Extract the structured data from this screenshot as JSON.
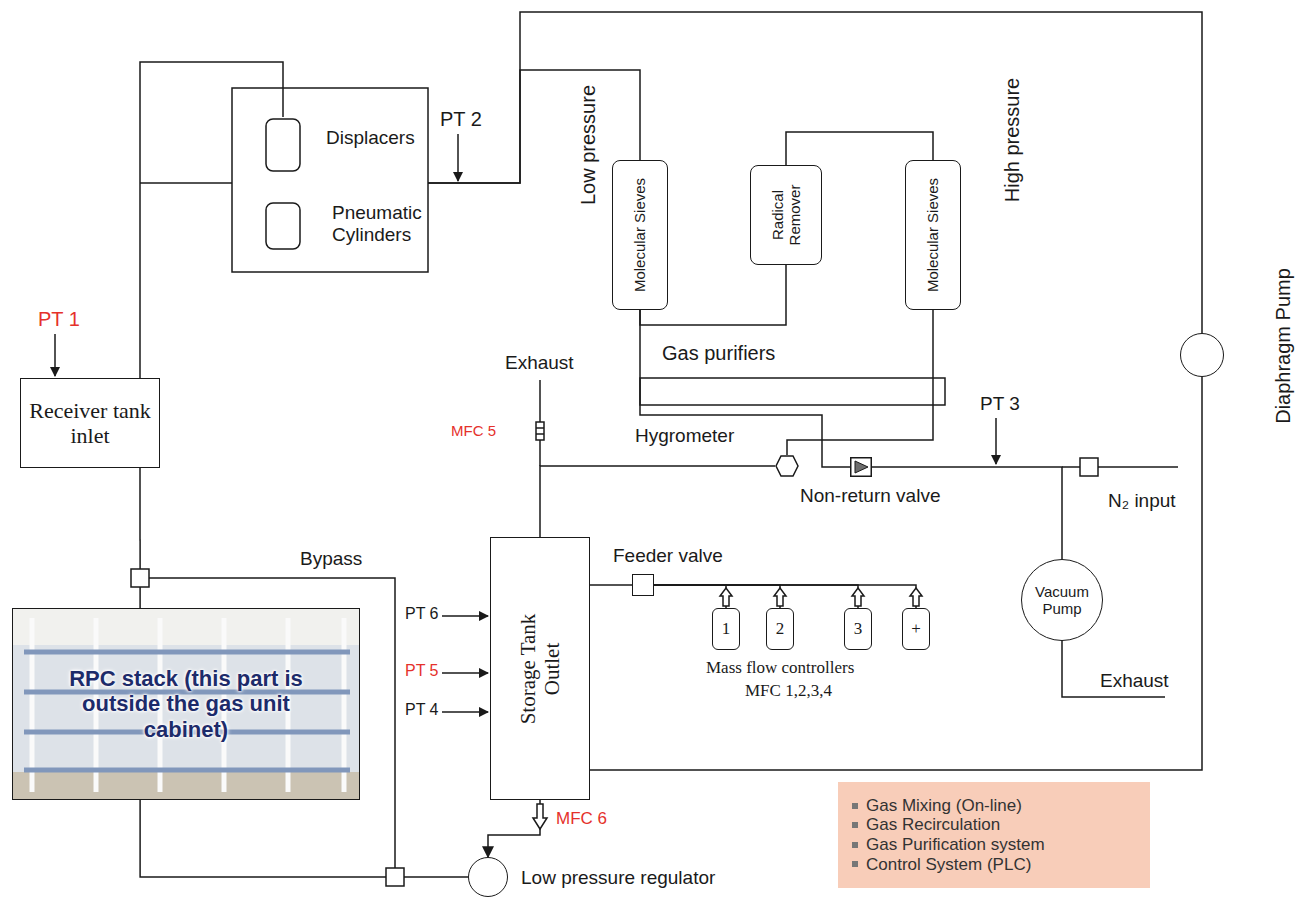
{
  "diagram": {
    "nodes": [
      {
        "text": [
          "Receiver tank inlet"
        ]
      },
      {
        "text": [
          "Displacers"
        ]
      },
      {
        "text": [
          "Pneumatic Cylinders"
        ]
      },
      {
        "text": [
          "Molecular Sieves"
        ]
      },
      {
        "text": [
          "Radical Remover"
        ]
      },
      {
        "text": [
          "Molecular Sieves"
        ]
      },
      {
        "text": [
          "Hygrometer"
        ]
      },
      {
        "text": [
          "Non-return valve"
        ]
      },
      {
        "text": [
          "Diaphragm Pump"
        ]
      },
      {
        "text": [
          "Storage Tank Outlet"
        ]
      },
      {
        "text": [
          "Feeder valve"
        ]
      },
      {
        "text": [
          "1"
        ]
      },
      {
        "text": [
          "2"
        ]
      },
      {
        "text": [
          "3"
        ]
      },
      {
        "text": [
          "+"
        ]
      },
      {
        "text": [
          "Vacuum Pump"
        ]
      },
      {
        "text": [
          "RPC stack (this part is outside the gas unit cabinet)"
        ]
      },
      {
        "text": [
          "Low pressure regulator"
        ]
      },
      {
        "text": [
          "Gas Mixing (On-line)",
          "Gas Recirculation",
          "Gas Purification system",
          "Control System (PLC)"
        ]
      }
    ],
    "edges": [
      {
        "from": 16,
        "to": 0,
        "arrow": "none"
      },
      {
        "from": 0,
        "to": 1,
        "arrow": "none"
      },
      {
        "from": 1,
        "to": 3,
        "arrow": "none"
      },
      {
        "from": 3,
        "to": 4,
        "arrow": "none"
      },
      {
        "from": 4,
        "to": 5,
        "arrow": "none"
      },
      {
        "from": 5,
        "to": 6,
        "arrow": "none"
      },
      {
        "from": 6,
        "to": 9,
        "arrow": "none"
      },
      {
        "from": 7,
        "to": 3,
        "arrow": "none"
      },
      {
        "from": 15,
        "to": 7,
        "arrow": "none"
      },
      {
        "from": 8,
        "to": 9,
        "arrow": "none"
      },
      {
        "from": 1,
        "to": 8,
        "arrow": "none"
      },
      {
        "from": 9,
        "to": 10,
        "arrow": "none"
      },
      {
        "from": 11,
        "to": 10,
        "arrow": "none"
      },
      {
        "from": 12,
        "to": 10,
        "arrow": "none"
      },
      {
        "from": 13,
        "to": 10,
        "arrow": "none"
      },
      {
        "from": 14,
        "to": 10,
        "arrow": "none"
      },
      {
        "from": 9,
        "to": 17,
        "arrow": "to"
      },
      {
        "from": 17,
        "to": 16,
        "arrow": "none"
      }
    ],
    "labels": [
      "PT 2",
      "PT 1",
      "Low pressure",
      "High pressure",
      "Gas purifiers",
      "Exhaust",
      "MFC 5",
      "PT 3",
      "N₂ input",
      "Bypass",
      "PT 6",
      "PT 5",
      "PT 4",
      "Mass flow controllers",
      "MFC 1,2,3,4",
      "Exhaust",
      "MFC 6"
    ]
  }
}
